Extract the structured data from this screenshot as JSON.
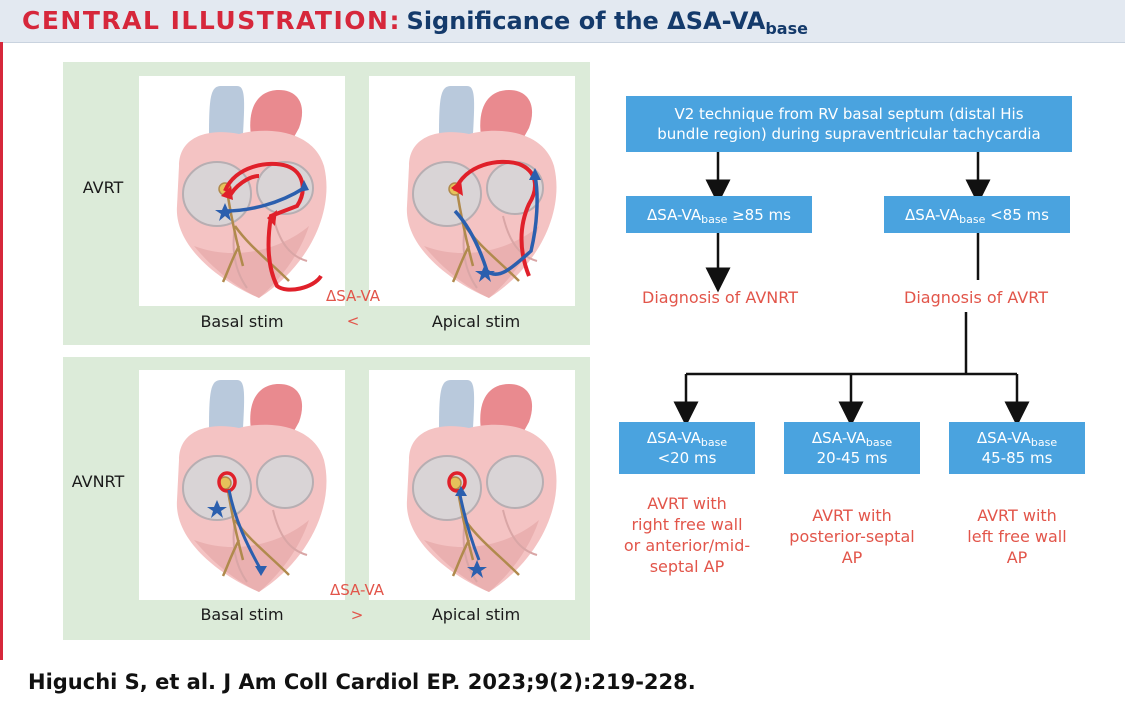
{
  "header": {
    "title_lead": "CENTRAL ILLUSTRATION:",
    "title_rest": "Significance of the ΔSA-VA",
    "title_sub": "base"
  },
  "panels": {
    "top": {
      "row_label": "AVRT",
      "basal_label": "Basal stim",
      "apical_label": "Apical stim",
      "delta_label": "ΔSA-VA",
      "comparator": "<"
    },
    "bottom": {
      "row_label": "AVNRT",
      "basal_label": "Basal stim",
      "apical_label": "Apical stim",
      "delta_label": "ΔSA-VA",
      "comparator": ">"
    }
  },
  "flowchart": {
    "root_line1": "V2 technique from RV basal septum (distal His",
    "root_line2": "bundle region) during supraventricular tachycardia",
    "left_branch": {
      "prefix": "ΔSA-VA",
      "sub": "base",
      "suffix": " ≥85 ms"
    },
    "right_branch": {
      "prefix": "ΔSA-VA",
      "sub": "base",
      "suffix": " <85 ms"
    },
    "dx_avnrt": "Diagnosis of AVNRT",
    "dx_avrt": "Diagnosis of AVRT",
    "sub1": {
      "prefix": "ΔSA-VA",
      "sub": "base",
      "range": "<20 ms"
    },
    "sub2": {
      "prefix": "ΔSA-VA",
      "sub": "base",
      "range": "20-45 ms"
    },
    "sub3": {
      "prefix": "ΔSA-VA",
      "sub": "base",
      "range": "45-85 ms"
    },
    "out1": [
      "AVRT with",
      "right free wall",
      "or anterior/mid-",
      "septal AP"
    ],
    "out2": [
      "AVRT with",
      "posterior-septal",
      "AP"
    ],
    "out3": [
      "AVRT with",
      "left free wall",
      "AP"
    ]
  },
  "citation": "Higuchi S, et al. J Am Coll Cardiol EP. 2023;9(2):219-228.",
  "colors": {
    "header_red": "#d6273b",
    "header_navy": "#143a6b",
    "box_blue": "#4aa3df",
    "outcome_red": "#e2554a",
    "panel_green": "#dcebd9",
    "red_path": "#e0202a",
    "blue_path": "#2b5fae"
  }
}
